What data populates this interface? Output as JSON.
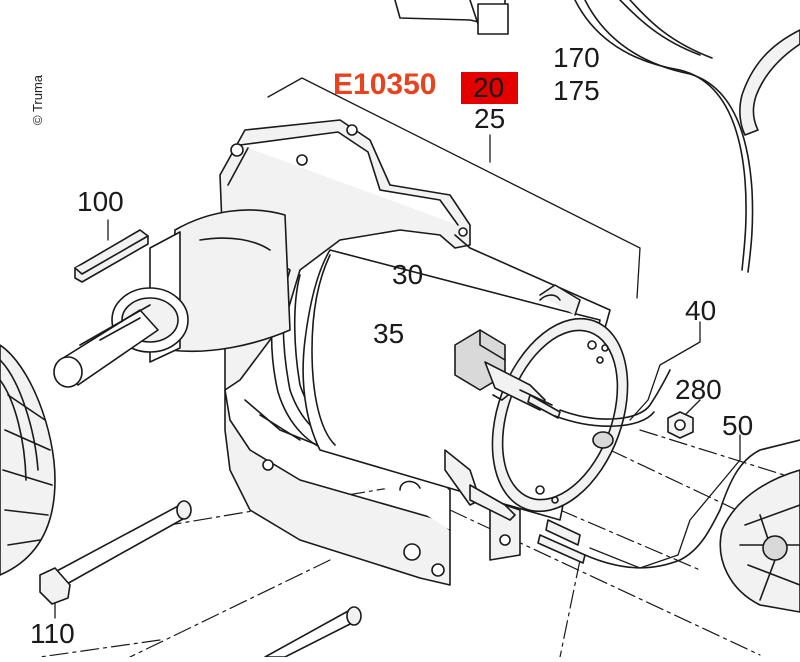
{
  "copyright": "© Truma",
  "part_code": {
    "text": "E10350",
    "color": "#e8431e"
  },
  "highlighted_label": {
    "text": "20",
    "bg": "#e50000"
  },
  "labels": {
    "l170": "170",
    "l175": "175",
    "l25": "25",
    "l100": "100",
    "l30": "30",
    "l35": "35",
    "l40": "40",
    "l280": "280",
    "l50": "50",
    "l110": "110"
  },
  "colors": {
    "line": "#1a1a1a",
    "fill_light": "#f2f2f2",
    "fill_mid": "#d9d9d9"
  }
}
